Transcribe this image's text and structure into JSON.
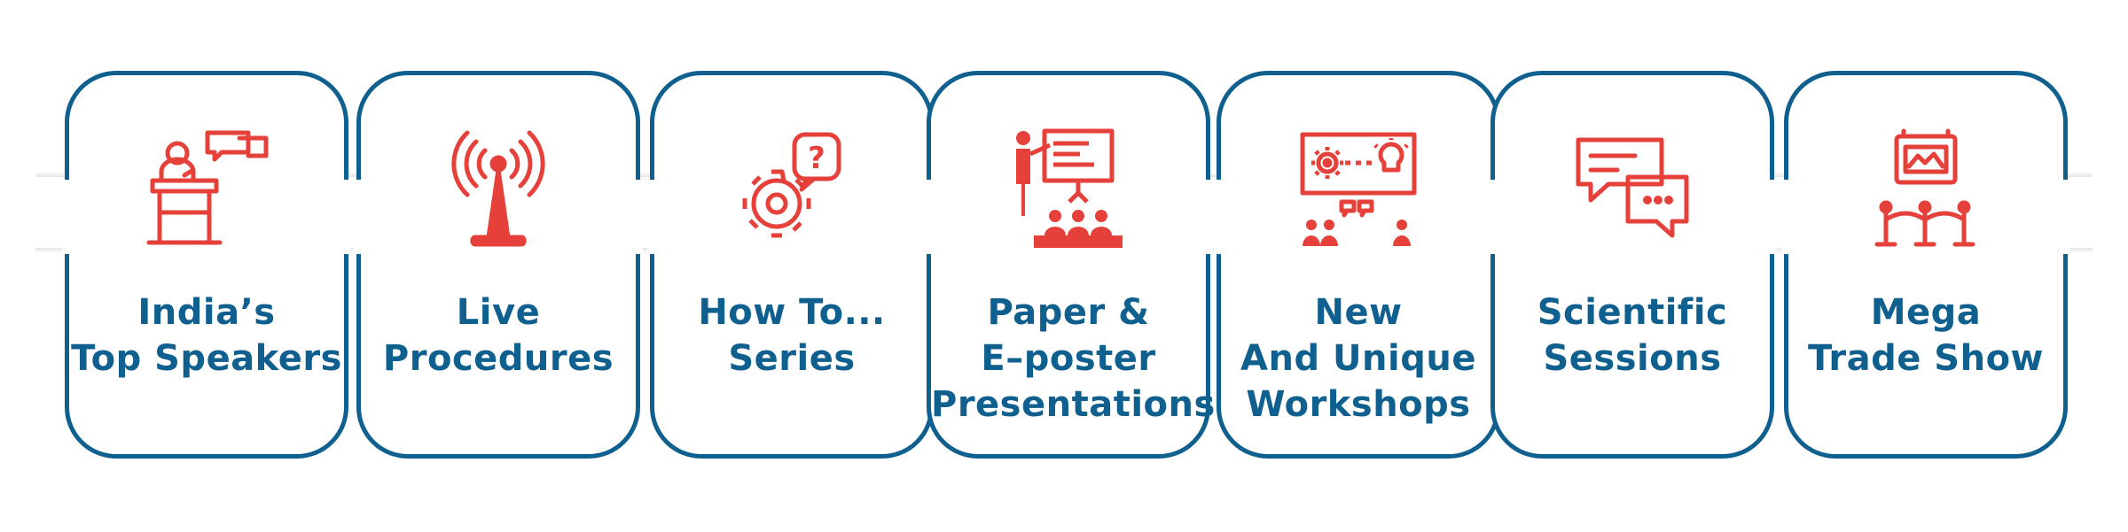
{
  "colors": {
    "outline": "#0f5f8f",
    "icon": "#e5403a",
    "text": "#0f5f8f"
  },
  "cards": [
    {
      "icon": "speaker-podium-icon",
      "lines": [
        "India’s",
        "Top Speakers"
      ]
    },
    {
      "icon": "broadcast-antenna-icon",
      "lines": [
        "Live",
        "Procedures"
      ]
    },
    {
      "icon": "gear-question-icon",
      "lines": [
        "How To...",
        "Series"
      ]
    },
    {
      "icon": "presentation-audience-icon",
      "lines": [
        "Paper &",
        "E–poster",
        "Presentations"
      ]
    },
    {
      "icon": "workshop-board-icon",
      "lines": [
        "New",
        "And Unique",
        "Workshops"
      ]
    },
    {
      "icon": "chat-bubbles-icon",
      "lines": [
        "Scientific",
        "Sessions"
      ]
    },
    {
      "icon": "exhibit-display-icon",
      "lines": [
        "Mega",
        "Trade Show"
      ]
    }
  ]
}
